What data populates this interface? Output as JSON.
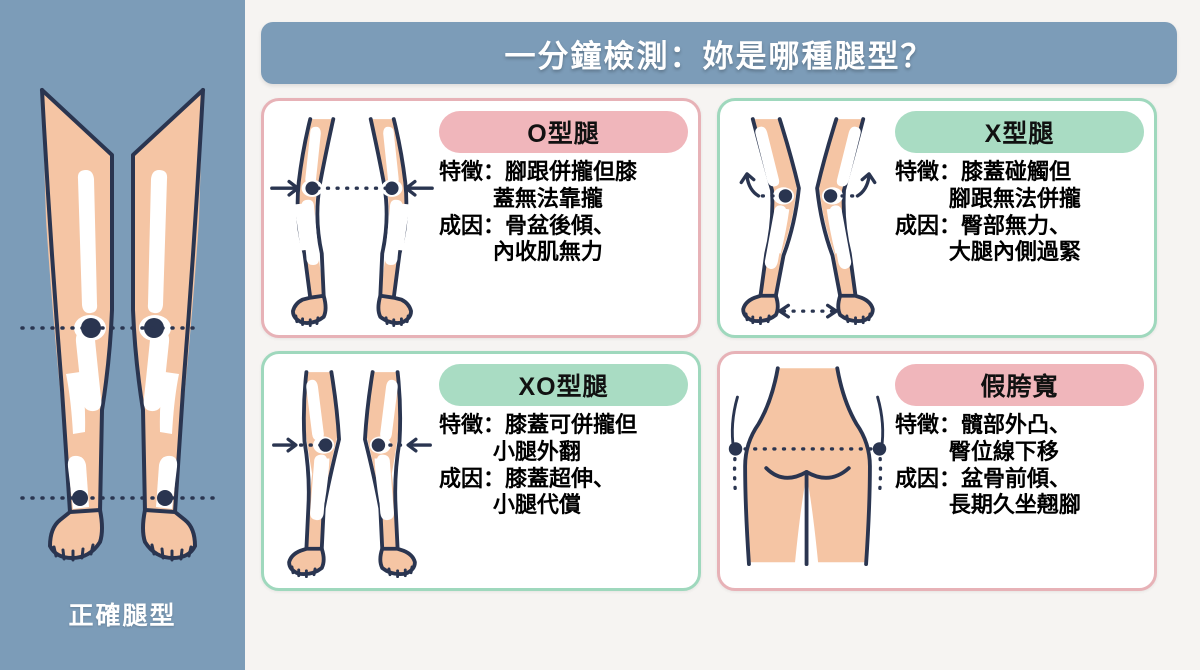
{
  "sidebar": {
    "caption": "正確腿型",
    "background_color": "#7c9cb8",
    "figure_name": "correct-leg-illustration"
  },
  "header": {
    "title": "一分鐘檢測：妳是哪種腿型？",
    "banner_color": "#7c9cb8",
    "title_color": "#ffffff"
  },
  "page": {
    "background_color": "#f6f4f2"
  },
  "colors": {
    "pink_badge": "#f0b6bb",
    "pink_border": "#e7b2b7",
    "green_badge": "#a9dcc3",
    "green_border": "#9fd8bd",
    "skin": "#f5c5a4",
    "outline": "#2a3550"
  },
  "cards": [
    {
      "id": "o-leg",
      "badge": "O型腿",
      "theme": "pink",
      "figure_name": "o-leg-illustration",
      "spec": [
        {
          "text": "特徵：腳跟併攏但膝",
          "continuation": false
        },
        {
          "text": "蓋無法靠攏",
          "continuation": true
        },
        {
          "text": "成因：骨盆後傾、",
          "continuation": false
        },
        {
          "text": "內收肌無力",
          "continuation": true
        }
      ]
    },
    {
      "id": "x-leg",
      "badge": "X型腿",
      "theme": "green",
      "figure_name": "x-leg-illustration",
      "spec": [
        {
          "text": "特徵：膝蓋碰觸但",
          "continuation": false
        },
        {
          "text": "腳跟無法併攏",
          "continuation": true
        },
        {
          "text": "成因：臀部無力、",
          "continuation": false
        },
        {
          "text": "大腿內側過緊",
          "continuation": true
        }
      ]
    },
    {
      "id": "xo-leg",
      "badge": "XO型腿",
      "theme": "green",
      "figure_name": "xo-leg-illustration",
      "spec": [
        {
          "text": "特徵：膝蓋可併攏但",
          "continuation": false
        },
        {
          "text": "小腿外翻",
          "continuation": true
        },
        {
          "text": "成因：膝蓋超伸、",
          "continuation": false
        },
        {
          "text": "小腿代償",
          "continuation": true
        }
      ]
    },
    {
      "id": "fake-wide-hip",
      "badge": "假胯寬",
      "theme": "pink",
      "figure_name": "hip-illustration",
      "spec": [
        {
          "text": "特徵：髖部外凸、",
          "continuation": false
        },
        {
          "text": "臀位線下移",
          "continuation": true
        },
        {
          "text": "成因：盆骨前傾、",
          "continuation": false
        },
        {
          "text": "長期久坐翹腳",
          "continuation": true
        }
      ]
    }
  ]
}
